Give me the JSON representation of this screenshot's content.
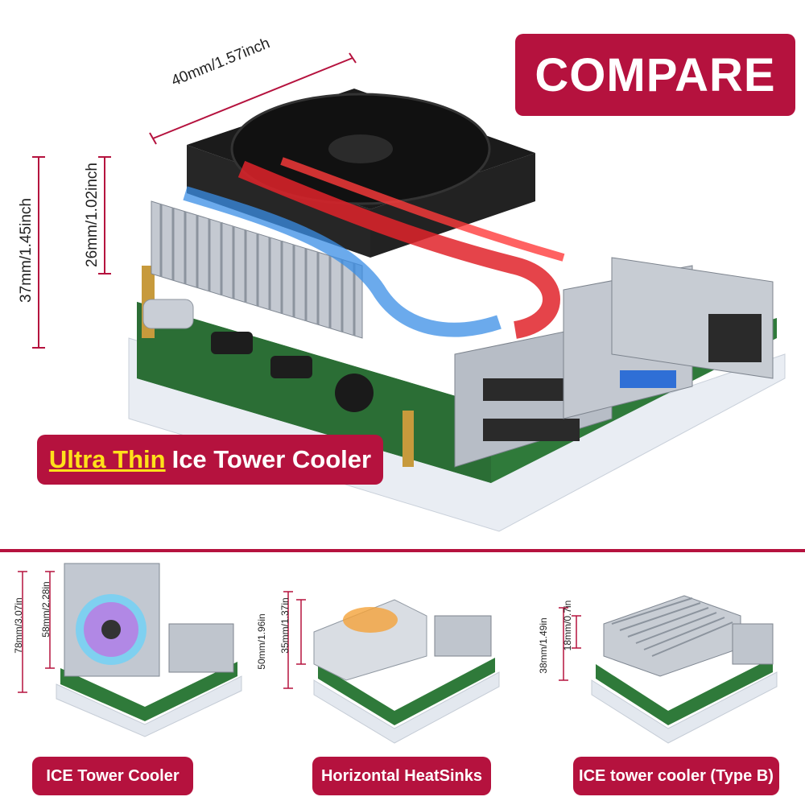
{
  "header": {
    "compare_label": "COMPARE",
    "accent_color": "#b5123e"
  },
  "hero": {
    "width_dim": "40mm/1.57inch",
    "total_height_dim": "37mm/1.45inch",
    "cooler_height_dim": "26mm/1.02inch",
    "label_highlight": "Ultra Thin",
    "label_rest": "Ice Tower Cooler",
    "highlight_color": "#ffe11a"
  },
  "products": [
    {
      "name": "ICE Tower Cooler",
      "dim_total": "78mm/3.07in",
      "dim_cooler": "58mm/2.28in"
    },
    {
      "name": "Horizontal HeatSinks",
      "dim_total": "50mm/1.96in",
      "dim_cooler": "35mm/1.37in"
    },
    {
      "name": "ICE tower cooler (Type B)",
      "dim_total": "38mm/1.49in",
      "dim_cooler": "18mm/0.7in"
    }
  ]
}
